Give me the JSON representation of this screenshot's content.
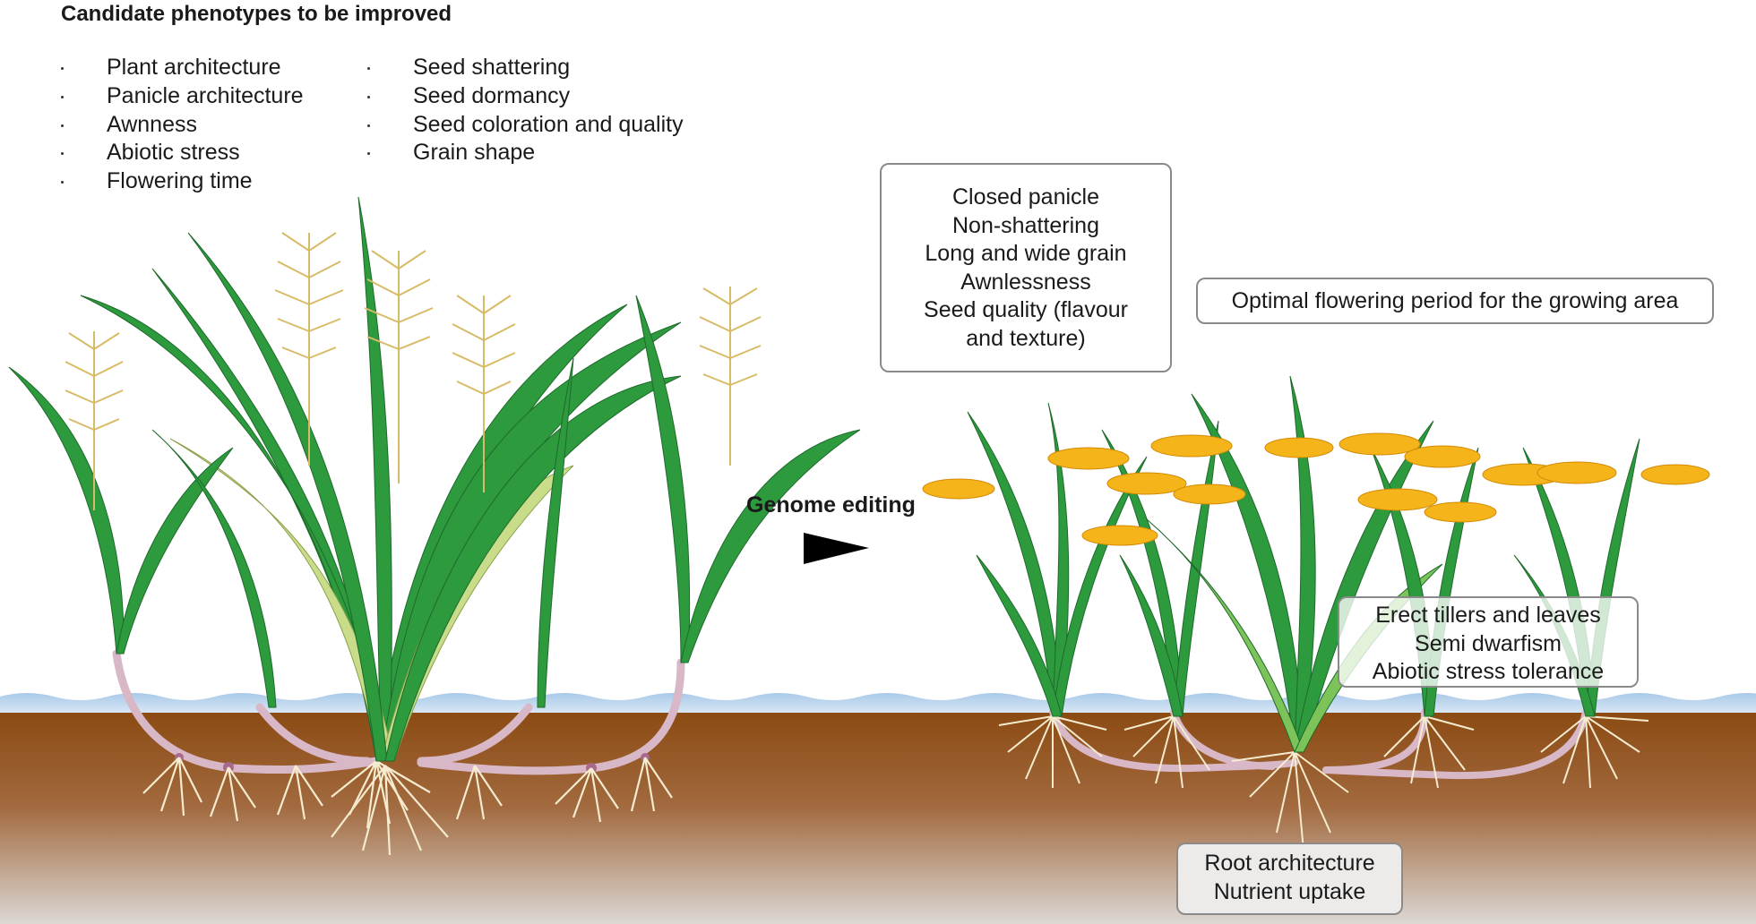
{
  "heading": "Candidate phenotypes to be improved",
  "phenotypes_left": [
    "Plant architecture",
    "Panicle architecture",
    "Awnness",
    "Abiotic stress",
    "Flowering time"
  ],
  "phenotypes_right": [
    "Seed shattering",
    "Seed dormancy",
    "Seed coloration and quality",
    "Grain shape"
  ],
  "arrow_label": "Genome editing",
  "box_grain": {
    "lines": [
      "Closed panicle",
      "Non-shattering",
      "Long and wide grain",
      "Awnlessness",
      "Seed quality (flavour",
      "and texture)"
    ]
  },
  "box_flowering": {
    "lines": [
      "Optimal flowering period for the growing area"
    ]
  },
  "box_tillers": {
    "lines": [
      "Erect tillers and leaves",
      "Semi dwarfism",
      "Abiotic stress tolerance"
    ]
  },
  "box_roots": {
    "lines": [
      "Root architecture",
      "Nutrient uptake"
    ]
  },
  "colors": {
    "leaf": "#2e9a3e",
    "leaf_light": "#7cc45a",
    "leaf_pale": "#c9dc8a",
    "wild_panicle": "#eed68c",
    "grain": "#f5b51a",
    "water": "#b8d4ec",
    "soil_top": "#8b4a12",
    "soil_bottom": "#d9d4cf",
    "root": "#fbf3df",
    "rhizome": "#d9b8c8",
    "arrow": "#000000"
  }
}
